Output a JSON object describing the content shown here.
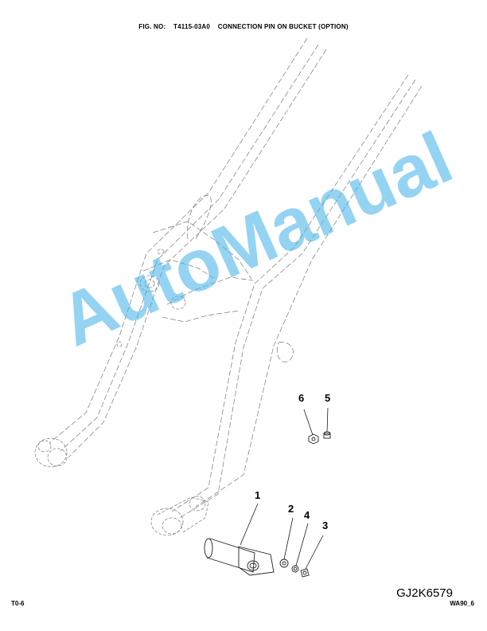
{
  "header": {
    "fig_label": "FIG. NO:",
    "fig_number": "T4115-03A0",
    "fig_title": "CONNECTION PIN ON BUCKET (OPTION)"
  },
  "callouts": [
    "1",
    "2",
    "3",
    "4",
    "5",
    "6"
  ],
  "watermark": "AutoManual",
  "footer": {
    "page_number": "T0-6",
    "drawing_id": "GJ2K6579",
    "series_id": "WA90_6"
  },
  "colors": {
    "watermark": "#3fb0ea",
    "line": "#888888",
    "part": "#222222"
  }
}
